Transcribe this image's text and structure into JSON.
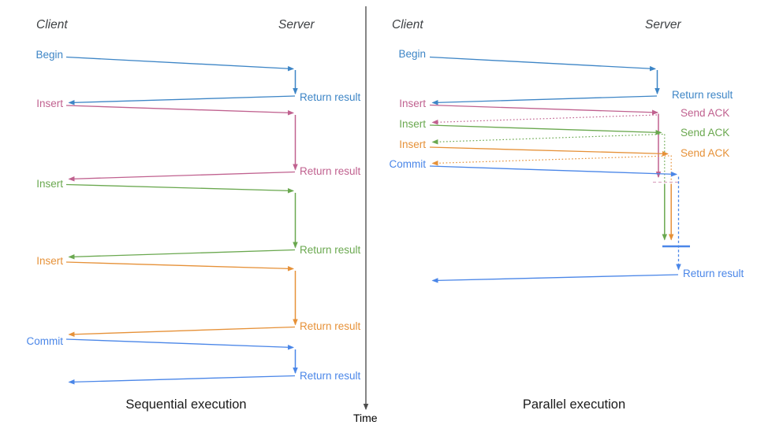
{
  "palette": {
    "begin_blue": "#3d85c6",
    "insert_magenta": "#c0618f",
    "insert_green": "#6aa84f",
    "insert_orange": "#e69138",
    "commit_blue": "#4a86e8",
    "axis_gray": "#4d4d4d"
  },
  "left_panel": {
    "client_header": "Client",
    "server_header": "Server",
    "title": "Sequential execution",
    "exchanges": [
      {
        "request": "Begin",
        "response": "Return result",
        "color": "#3d85c6"
      },
      {
        "request": "Insert",
        "response": "Return result",
        "color": "#c0618f"
      },
      {
        "request": "Insert",
        "response": "Return result",
        "color": "#6aa84f"
      },
      {
        "request": "Insert",
        "response": "Return result",
        "color": "#e69138"
      },
      {
        "request": "Commit",
        "response": "Return result",
        "color": "#4a86e8"
      }
    ]
  },
  "right_panel": {
    "client_header": "Client",
    "server_header": "Server",
    "title": "Parallel execution",
    "exchanges": [
      {
        "request": "Begin",
        "response": "Return result",
        "color": "#3d85c6"
      },
      {
        "request": "Insert",
        "ack": "Send ACK",
        "color": "#c0618f"
      },
      {
        "request": "Insert",
        "ack": "Send ACK",
        "color": "#6aa84f"
      },
      {
        "request": "Insert",
        "ack": "Send ACK",
        "color": "#e69138"
      },
      {
        "request": "Commit",
        "color": "#4a86e8"
      }
    ],
    "final_response": "Return result"
  },
  "time_axis": {
    "label": "Time"
  }
}
